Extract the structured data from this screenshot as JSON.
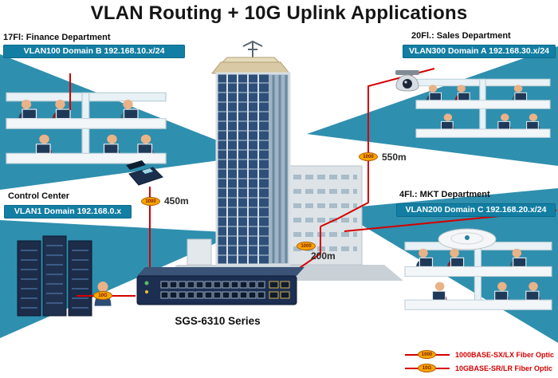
{
  "title": "VLAN Routing + 10G Uplink Applications",
  "departments": {
    "finance": {
      "name": "17Fl: Finance Department",
      "banner": "VLAN100 Domain B 192.168.10.x/24"
    },
    "sales": {
      "name": "20Fl.: Sales Department",
      "banner": "VLAN300 Domain A 192.168.30.x/24"
    },
    "control": {
      "name": "Control Center",
      "banner": "VLAN1 Domain 192.168.0.x"
    },
    "mkt": {
      "name": "4Fl.: MKT Department",
      "banner": "VLAN200 Domain C 192.168.20.x/24"
    }
  },
  "device": {
    "name": "SGS-6310 Series"
  },
  "distances": {
    "finance": "450m",
    "sales": "550m",
    "building": "200m"
  },
  "badges": {
    "gigabit": "1000",
    "tengig": "10G"
  },
  "legend": [
    {
      "badge": "1000",
      "label": "1000BASE-SX/LX Fiber Optic"
    },
    {
      "badge": "10G",
      "label": "10GBASE-SR/LR Fiber Optic"
    }
  ],
  "colors": {
    "wedge": "#2f8fae",
    "banner": "#137ea3",
    "fiber": "#d40000",
    "badge": "#f7a600",
    "switch_body": "#1c2f52"
  }
}
